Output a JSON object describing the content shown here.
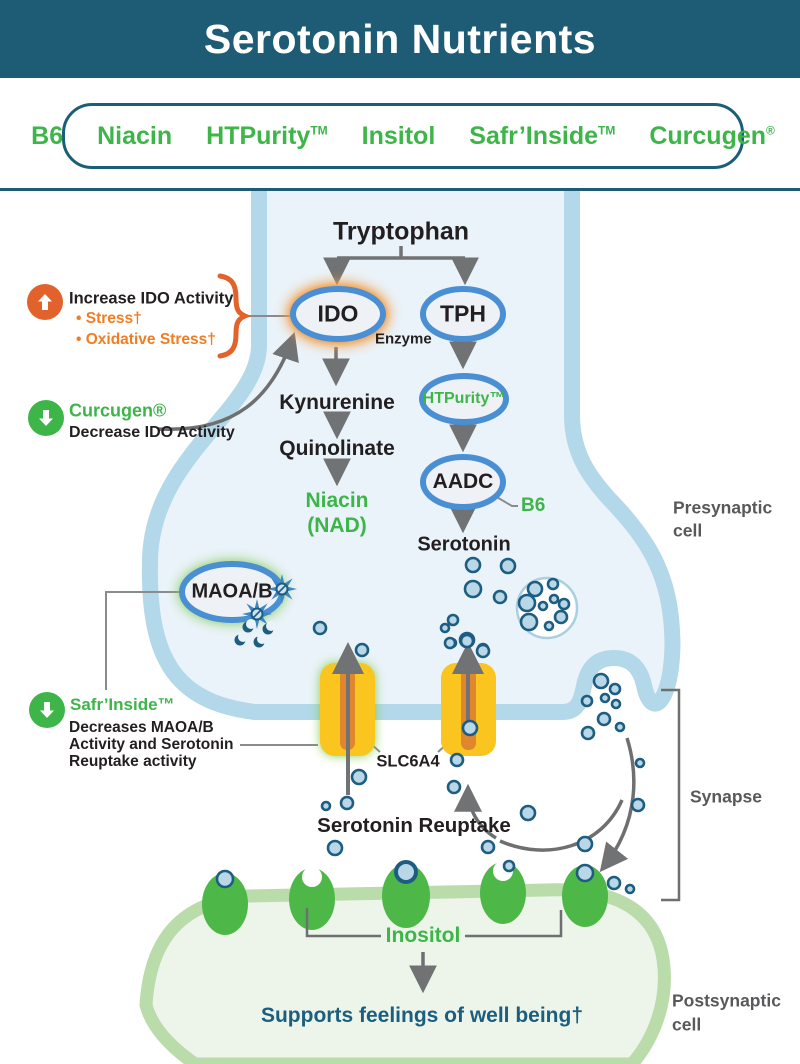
{
  "header": {
    "title": "Serotonin Nutrients"
  },
  "nutrients_bar": {
    "items": [
      {
        "label": "B6",
        "sup": ""
      },
      {
        "label": "Niacin",
        "sup": ""
      },
      {
        "label": "HTPurity",
        "sup": "TM"
      },
      {
        "label": "Insitol",
        "sup": ""
      },
      {
        "label": "Safr’Inside",
        "sup": "TM"
      },
      {
        "label": "Curcugen",
        "sup": "®"
      }
    ]
  },
  "pathway": {
    "tryptophan": "Tryptophan",
    "ido": "IDO",
    "tph": "TPH",
    "enzyme": "Enzyme",
    "kynurenine": "Kynurenine",
    "quinolinate": "Quinolinate",
    "niacin_line1": "Niacin",
    "niacin_line2": "(NAD)",
    "htpurity": "HTPurity™",
    "aadc": "AADC",
    "b6": "B6",
    "serotonin": "Serotonin",
    "maoab": "MAOA/B",
    "slc6a4": "SLC6A4",
    "serotonin_reuptake": "Serotonin Reuptake"
  },
  "annotations": {
    "increase": {
      "icon": "up-arrow",
      "title": "Increase IDO Activity",
      "bullets": [
        "• Stress†",
        "• Oxidative Stress†"
      ]
    },
    "curcugen": {
      "icon": "down-arrow",
      "name": "Curcugen®",
      "desc": "Decrease IDO Activity"
    },
    "safrinside": {
      "icon": "down-arrow",
      "name": "Safr’Inside™",
      "desc_lines": [
        "Decreases MAOA/B",
        "Activity and Serotonin",
        "Reuptake activity"
      ]
    }
  },
  "cell_labels": {
    "presynaptic_line1": "Presynaptic",
    "presynaptic_line2": "cell",
    "synapse": "Synapse",
    "postsynaptic_line1": "Postsynaptic",
    "postsynaptic_line2": "cell"
  },
  "postsynaptic": {
    "inositol": "Inositol",
    "outcome": "Supports feelings of well being†"
  },
  "colors": {
    "header_teal": "#1d5c74",
    "accent_green": "#3db549",
    "accent_orange": "#e2622b",
    "stress_orange": "#f07d23",
    "oval_blue": "#4a8fd3",
    "membrane_blue": "#b3d8e9",
    "presynaptic_fill": "#eaf3f9",
    "channel_yellow": "#fbc51f",
    "channel_stripe": "#e0862d",
    "postsynaptic_border": "#b9dcaa",
    "postsynaptic_fill": "#edf5ea",
    "receptor_green": "#4db848",
    "dot_fill": "#b9d7e6",
    "dot_ring": "#1d5d82",
    "dark_teal_text": "#1b5e7e",
    "label_gray": "#58595b",
    "arrow_gray": "#717274"
  }
}
